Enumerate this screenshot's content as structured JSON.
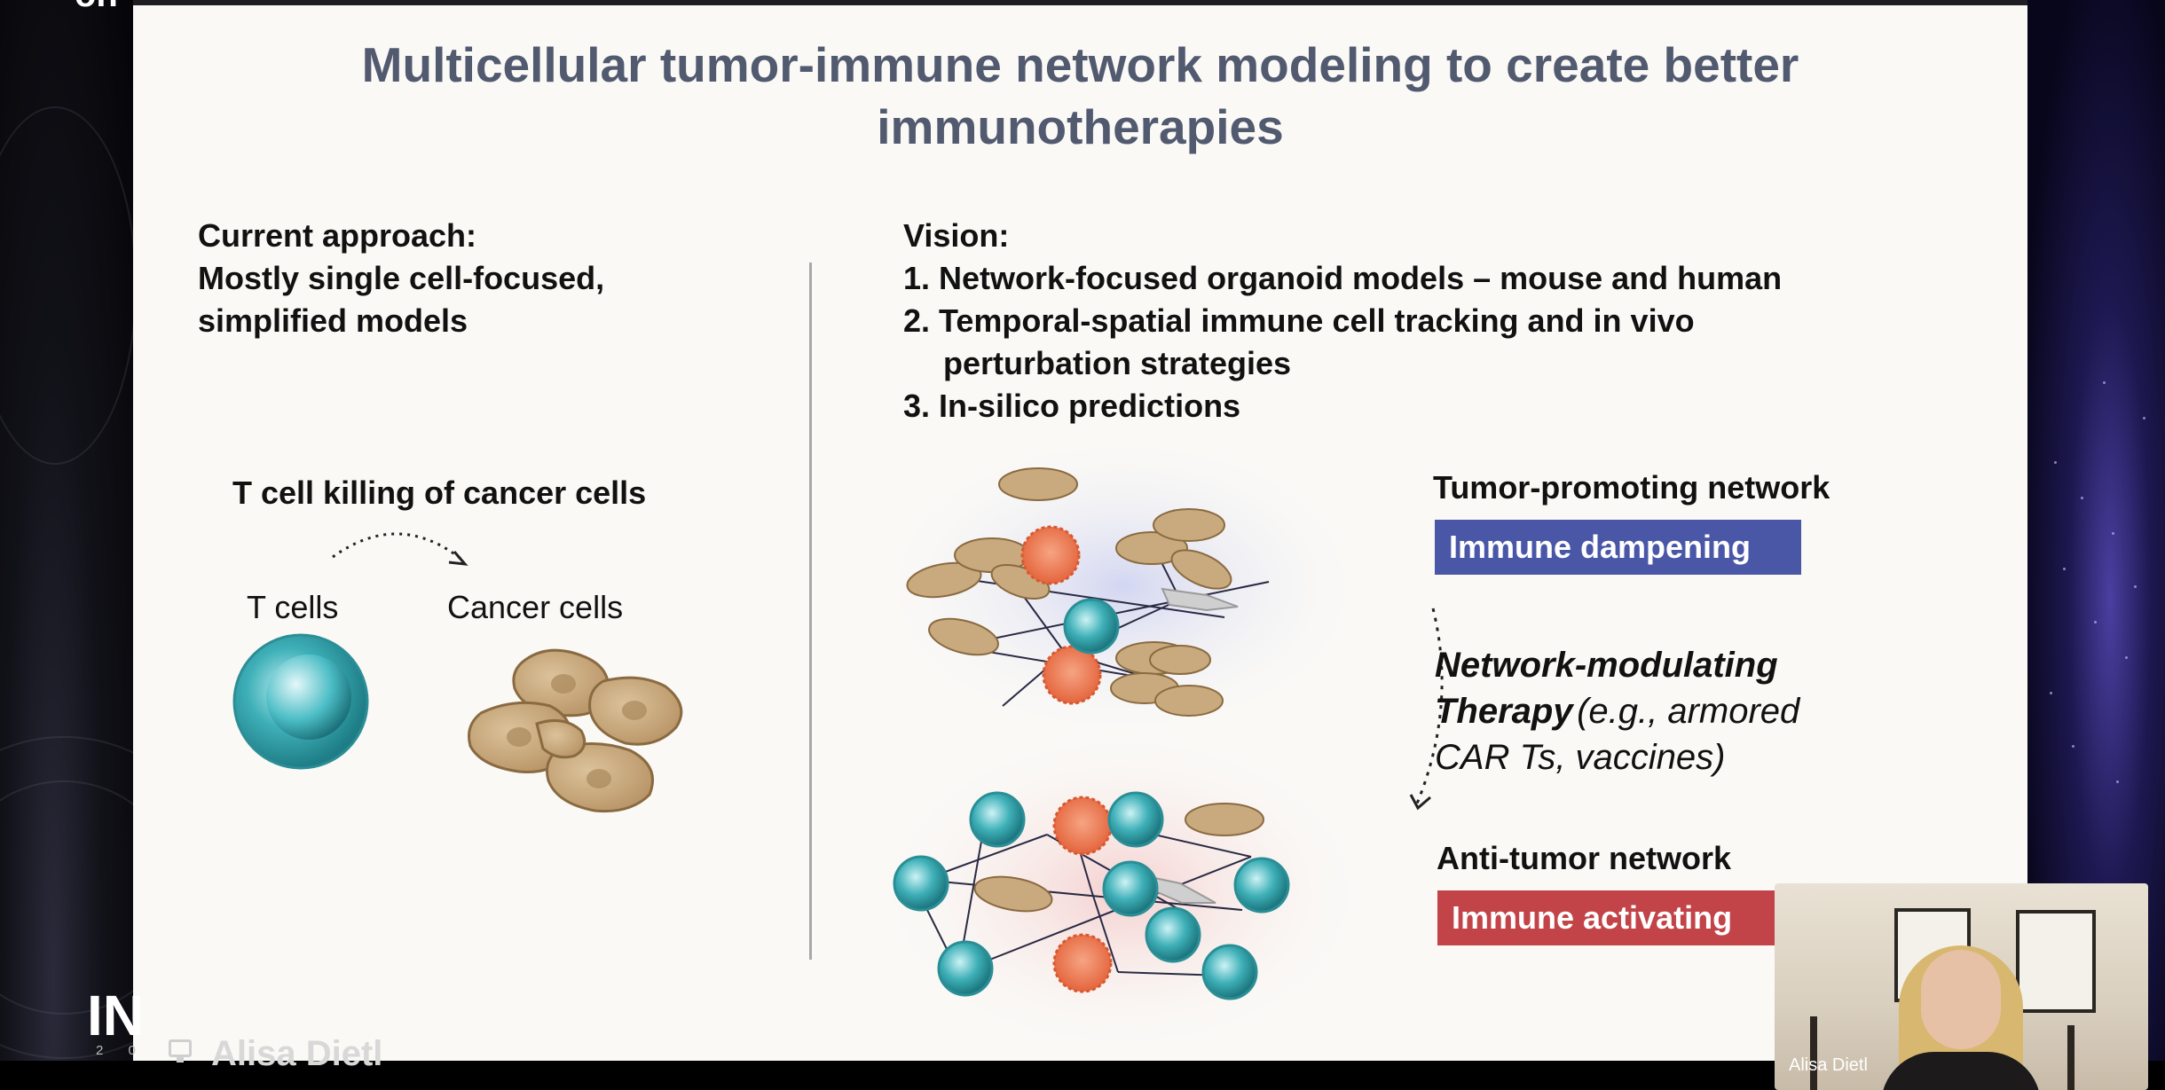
{
  "slide": {
    "title_line1": "Multicellular tumor-immune network modeling to create better",
    "title_line2": "immunotherapies",
    "left": {
      "heading_line1": "Current approach:",
      "heading_line2": "Mostly single cell-focused,",
      "heading_line3": "simplified models",
      "diagram_title": "T cell killing of cancer cells",
      "tcells_label": "T cells",
      "cancer_label": "Cancer cells"
    },
    "right": {
      "vision_label": "Vision:",
      "item1": "1. Network-focused organoid models – mouse and human",
      "item2_line1": "2. Temporal-spatial immune cell tracking and in vivo",
      "item2_line2": "perturbation strategies",
      "item3": "3. In-silico predictions",
      "tumor_network_title": "Tumor-promoting network",
      "immune_dampening": "Immune dampening",
      "therapy_bold1": "Network-modulating",
      "therapy_bold2": "Therapy",
      "therapy_rest1": "(e.g., armored",
      "therapy_rest2": "CAR Ts, vaccines)",
      "anti_network_title": "Anti-tumor network",
      "immune_activating": "Immune activating"
    }
  },
  "overlay": {
    "presenter_name": "Alisa Dietl",
    "pip_name": "Alisa Dietl",
    "brand_fragment": "IN",
    "brand_year": "2 0",
    "top_left_fragment": "on"
  },
  "colors": {
    "title": "#525a70",
    "dampening_box": "#4a57a7",
    "activating_box": "#c24448",
    "tcell": "#3fb0b8",
    "cancer_cell": "#c3a57c",
    "immune_orange": "#ef7c52"
  }
}
